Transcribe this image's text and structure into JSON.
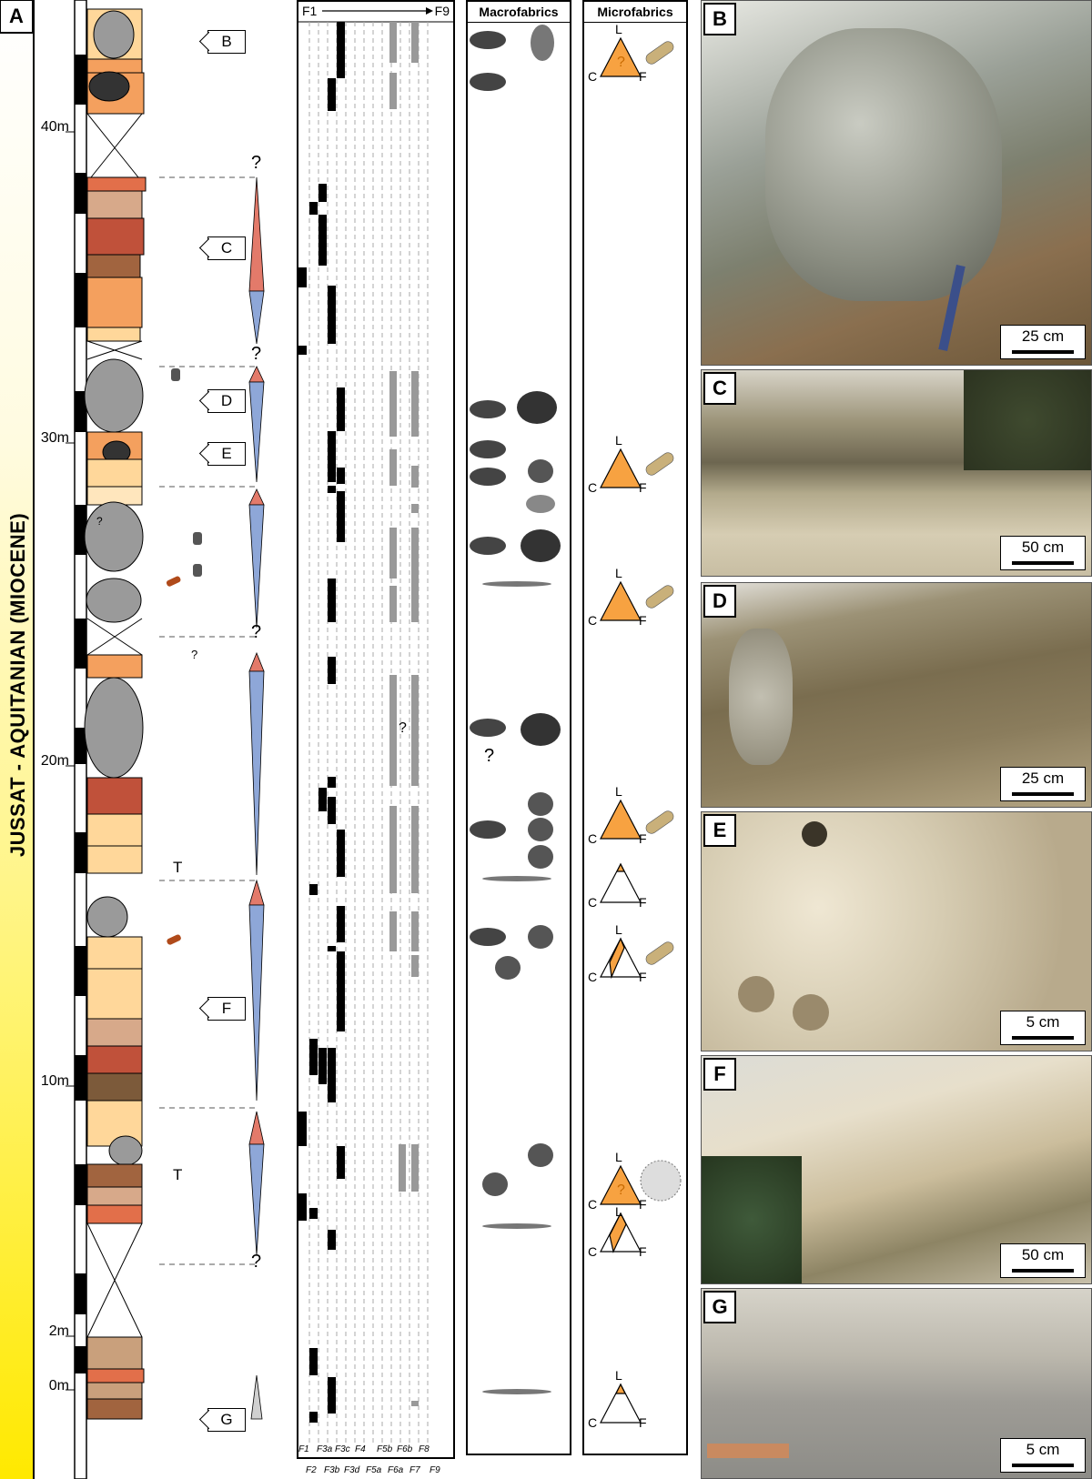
{
  "figure": {
    "panel_label_A": "A",
    "sidebar_title": "JUSSAT - AQUITANIAN (MIOCENE)",
    "depth_labels": [
      "40m",
      "30m",
      "20m",
      "10m",
      "2m",
      "0m"
    ],
    "outcrop_callouts": [
      "B",
      "C",
      "D",
      "E",
      "F",
      "G"
    ],
    "question_mark": "?",
    "trace_letter": "T"
  },
  "facies_panel": {
    "arrow_start": "F1",
    "arrow_end": "F9",
    "axis_top_row": [
      "F1",
      "F3a",
      "F3c",
      "F4",
      "F5b",
      "F6b",
      "F8"
    ],
    "axis_bottom_row": [
      "F2",
      "F3b",
      "F3d",
      "F5a",
      "F6a",
      "F7",
      "F9"
    ]
  },
  "macrofabrics_panel": {
    "title": "Macrofabrics"
  },
  "microfabrics_panel": {
    "title": "Microfabrics",
    "triangle_vertices": [
      "L",
      "C",
      "F"
    ]
  },
  "photos": [
    {
      "label": "B",
      "scale": "25 cm",
      "colors": [
        "#9aa097",
        "#7b6a52",
        "#c2c4bd"
      ]
    },
    {
      "label": "C",
      "scale": "50 cm",
      "colors": [
        "#cfc7b0",
        "#8f8466",
        "#4f5a3f"
      ]
    },
    {
      "label": "D",
      "scale": "25 cm",
      "colors": [
        "#b3a88a",
        "#6d6046",
        "#d5cfc0"
      ]
    },
    {
      "label": "E",
      "scale": "5 cm",
      "colors": [
        "#d9cfb5",
        "#b7a98a",
        "#efe7d3"
      ]
    },
    {
      "label": "F",
      "scale": "50 cm",
      "colors": [
        "#e3ddc9",
        "#a39a7e",
        "#5b6b4f"
      ]
    },
    {
      "label": "G",
      "scale": "5 cm",
      "colors": [
        "#c8c7c1",
        "#9c9b96",
        "#7c7b76"
      ]
    }
  ],
  "colors": {
    "sandstone": "#f4a05e",
    "mudstone": "#e26f4a",
    "pale_sand": "#ffd79a",
    "nodule_grey": "#9a9a9a",
    "triangle_fill": "#f7a241",
    "regressive_red": "#e37a6a",
    "transgressive_blue": "#8ea7d8"
  }
}
